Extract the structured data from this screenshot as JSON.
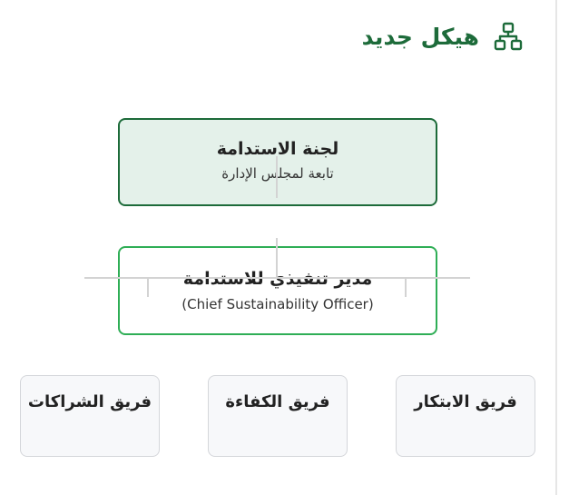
{
  "header": {
    "title": "هيكل جديد",
    "icon": "org-chart-icon",
    "accent_color": "#1d6b3a"
  },
  "org": {
    "committee": {
      "title": "لجنة الاستدامة",
      "subtitle": "تابعة لمجلس الإدارة"
    },
    "officer": {
      "title": "مدير تنفيذي للاستدامة",
      "subtitle": "(Chief Sustainability Officer)"
    },
    "teams": [
      {
        "label": "فريق الابتكار"
      },
      {
        "label": "فريق الكفاءة"
      },
      {
        "label": "فريق الشراكات"
      }
    ]
  }
}
